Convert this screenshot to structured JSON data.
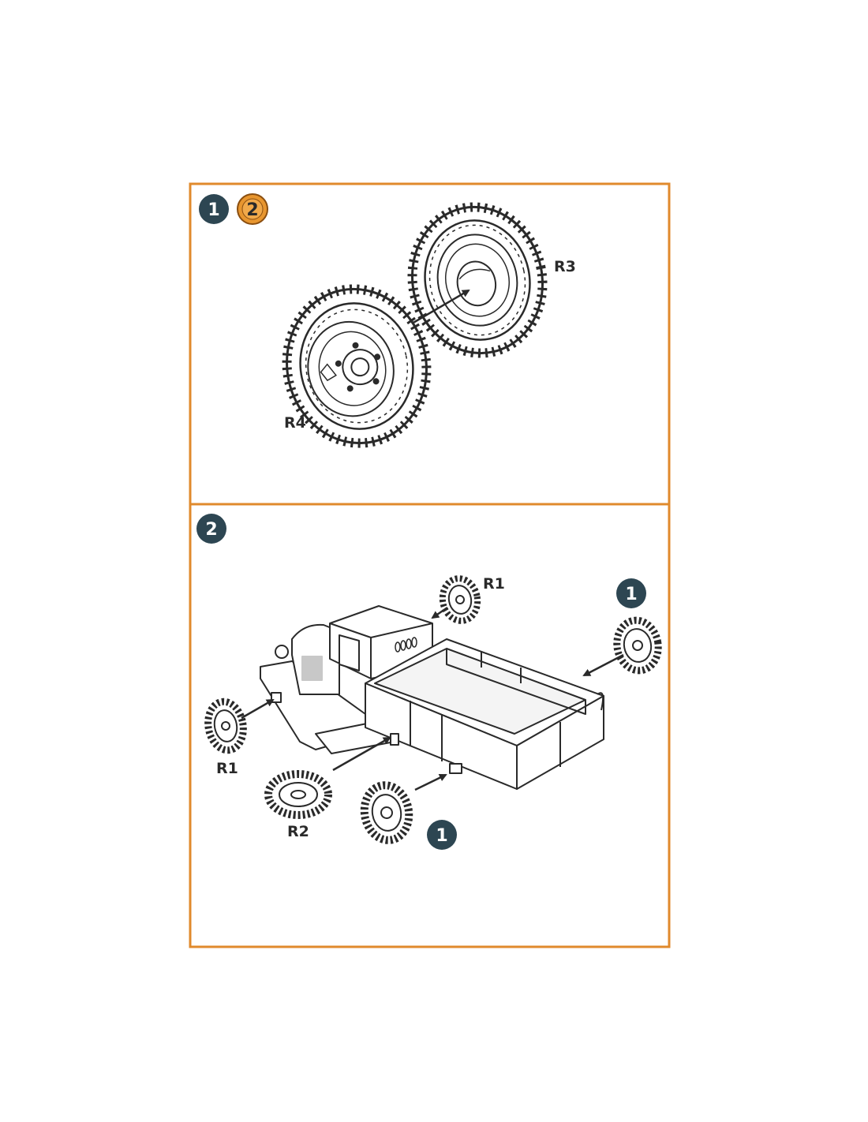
{
  "colors": {
    "frame": "#e08a2c",
    "badge_dark": "#2d4652",
    "badge_orange": "#e8962f",
    "ink": "#2a2a2a"
  },
  "step1": {
    "badge": "1",
    "sub_badge": "2",
    "labels": {
      "r3": "R3",
      "r4": "R4"
    }
  },
  "step2": {
    "badge": "2",
    "labels": {
      "r1_top": "R1",
      "r1_left": "R1",
      "r2": "R2"
    },
    "ref_badges": {
      "top_right": "1",
      "bottom": "1"
    }
  }
}
